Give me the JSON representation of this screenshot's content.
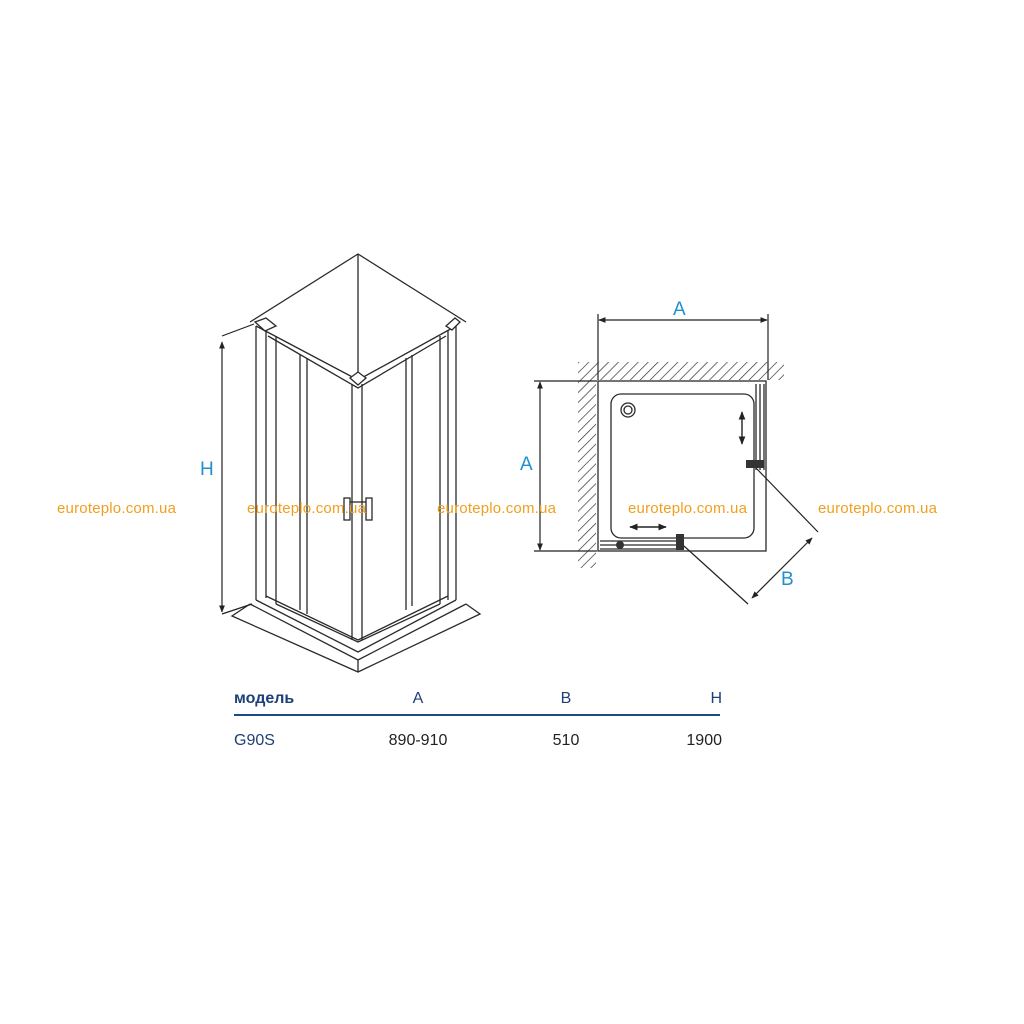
{
  "diagram": {
    "elevation_label_height": "H",
    "plan_label_width": "A",
    "plan_label_depth": "A",
    "plan_label_door": "B"
  },
  "watermark": {
    "text": "euroteplo.com.ua",
    "color": "#f0a020"
  },
  "spec_table": {
    "headers": [
      "модель",
      "A",
      "B",
      "H"
    ],
    "rows": [
      [
        "G90S",
        "890-910",
        "510",
        "1900"
      ]
    ]
  },
  "colors": {
    "label_blue": "#1f8fd0",
    "table_navy": "#1e3f78",
    "line": "#2a2a2a"
  }
}
